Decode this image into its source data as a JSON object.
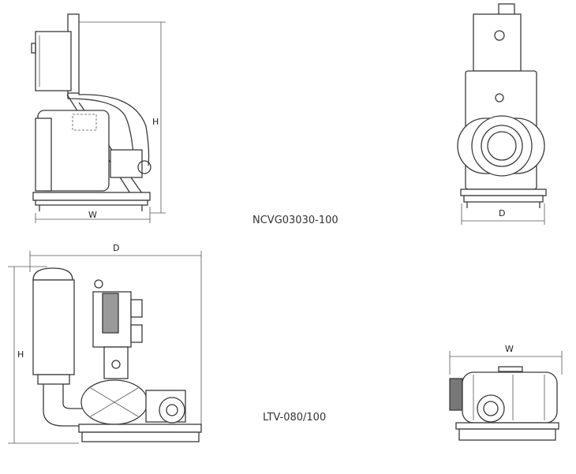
{
  "models": [
    {
      "name": "NCVG03030-100",
      "dims": {
        "height": "H",
        "width": "W",
        "depth": "D"
      }
    },
    {
      "name": "LTV-080/100",
      "dims": {
        "depth": "D",
        "height": "H",
        "width": "W"
      }
    }
  ]
}
